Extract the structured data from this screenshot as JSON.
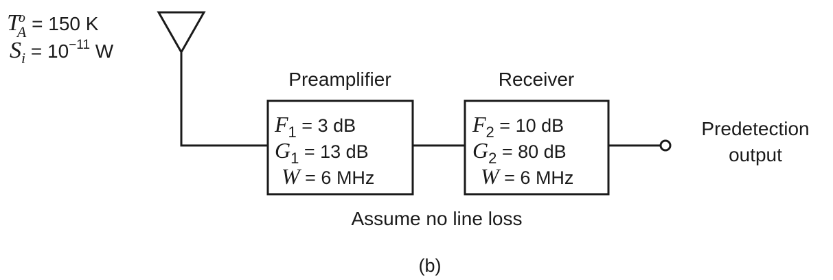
{
  "antenna": {
    "noise_temp": {
      "sym": "T",
      "sup": "o",
      "sub": "A",
      "eq": " = 150 K"
    },
    "signal": {
      "sym": "S",
      "sub": "i",
      "eq_base": " = 10",
      "exp": "−11",
      "unit": " W"
    }
  },
  "preamplifier": {
    "title": "Preamplifier",
    "params": [
      {
        "sym": "F",
        "sub": "1",
        "eq": " = 3 dB"
      },
      {
        "sym": "G",
        "sub": "1",
        "eq": " = 13 dB"
      },
      {
        "sym": "W",
        "sub": "",
        "eq": " = 6 MHz"
      }
    ]
  },
  "receiver": {
    "title": "Receiver",
    "params": [
      {
        "sym": "F",
        "sub": "2",
        "eq": " = 10 dB"
      },
      {
        "sym": "G",
        "sub": "2",
        "eq": " = 80 dB"
      },
      {
        "sym": "W",
        "sub": "",
        "eq": " = 6 MHz"
      }
    ]
  },
  "output": {
    "line1": "Predetection",
    "line2": "output"
  },
  "note": "Assume no line loss",
  "caption": "(b)",
  "colors": {
    "ink": "#1a1a1a",
    "background": "#ffffff"
  }
}
